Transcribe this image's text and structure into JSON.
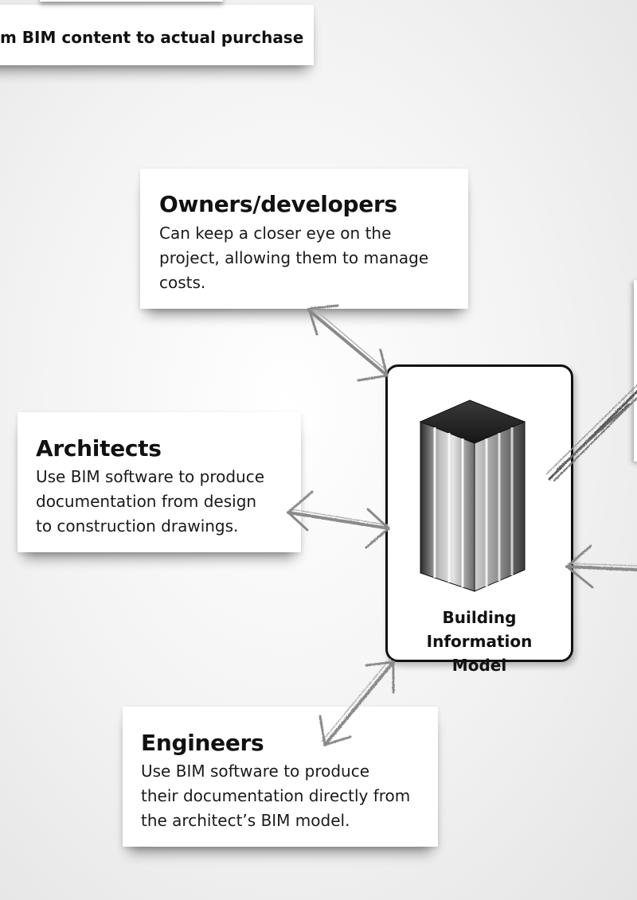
{
  "top_strip": {
    "text": "m BIM content to actual purchase"
  },
  "cards": {
    "owners": {
      "title": "Owners/developers",
      "lines": [
        "Can keep a closer eye on the",
        "project, allowing them to manage",
        "costs."
      ]
    },
    "architects": {
      "title": "Architects",
      "lines": [
        "Use BIM software to produce",
        "documentation from design",
        "to construction drawings."
      ]
    },
    "engineers": {
      "title": "Engineers",
      "lines": [
        "Use BIM software to produce",
        "their documentation directly from",
        "the architect’s BIM model."
      ]
    }
  },
  "center": {
    "label_line1": "Building Information",
    "label_line2": "Model",
    "icon": "building-icon"
  },
  "connectors": [
    "owners-bim-arrow",
    "architects-bim-arrow",
    "engineers-bim-arrow",
    "right-offpage-arrow",
    "right-offpage-brush-arrow"
  ]
}
